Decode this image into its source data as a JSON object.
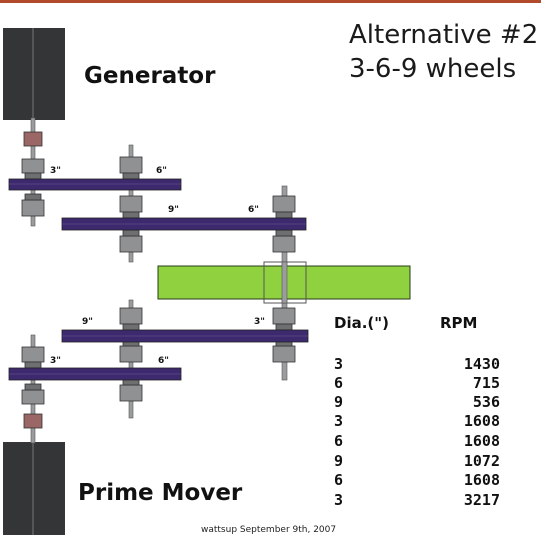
{
  "title": {
    "line1": "Alternative #2",
    "line2": "3-6-9 wheels"
  },
  "labels": {
    "generator": "Generator",
    "prime_mover": "Prime Mover"
  },
  "wheel_labels": {
    "upper_pulley_3": "3\"",
    "upper_pulley_6": "6\"",
    "mid_pulley_9": "9\"",
    "mid_pulley_6": "6\"",
    "lower_pulley_9": "9\"",
    "lower_pulley_3": "3\"",
    "bottom_pulley_3": "3\"",
    "bottom_pulley_6": "6\""
  },
  "table": {
    "col_diameter": "Dia.(\")",
    "col_rpm": "RPM",
    "rows": [
      {
        "dia": "3",
        "rpm": "1430"
      },
      {
        "dia": "6",
        "rpm": "715"
      },
      {
        "dia": "9",
        "rpm": "536"
      },
      {
        "dia": "3",
        "rpm": "1608"
      },
      {
        "dia": "6",
        "rpm": "1608"
      },
      {
        "dia": "9",
        "rpm": "1072"
      },
      {
        "dia": "6",
        "rpm": "1608"
      },
      {
        "dia": "3",
        "rpm": "3217"
      }
    ]
  },
  "credit": "wattsup September 9th, 2007",
  "colors": {
    "top_rule": "#b04a2a",
    "machine_block": "#333537",
    "belt": "#3d2a6e",
    "hub": "#8f9192",
    "hub_dark": "#5a5c5d",
    "coupling": "#9a6666",
    "flywheel": "#8fd13f"
  }
}
